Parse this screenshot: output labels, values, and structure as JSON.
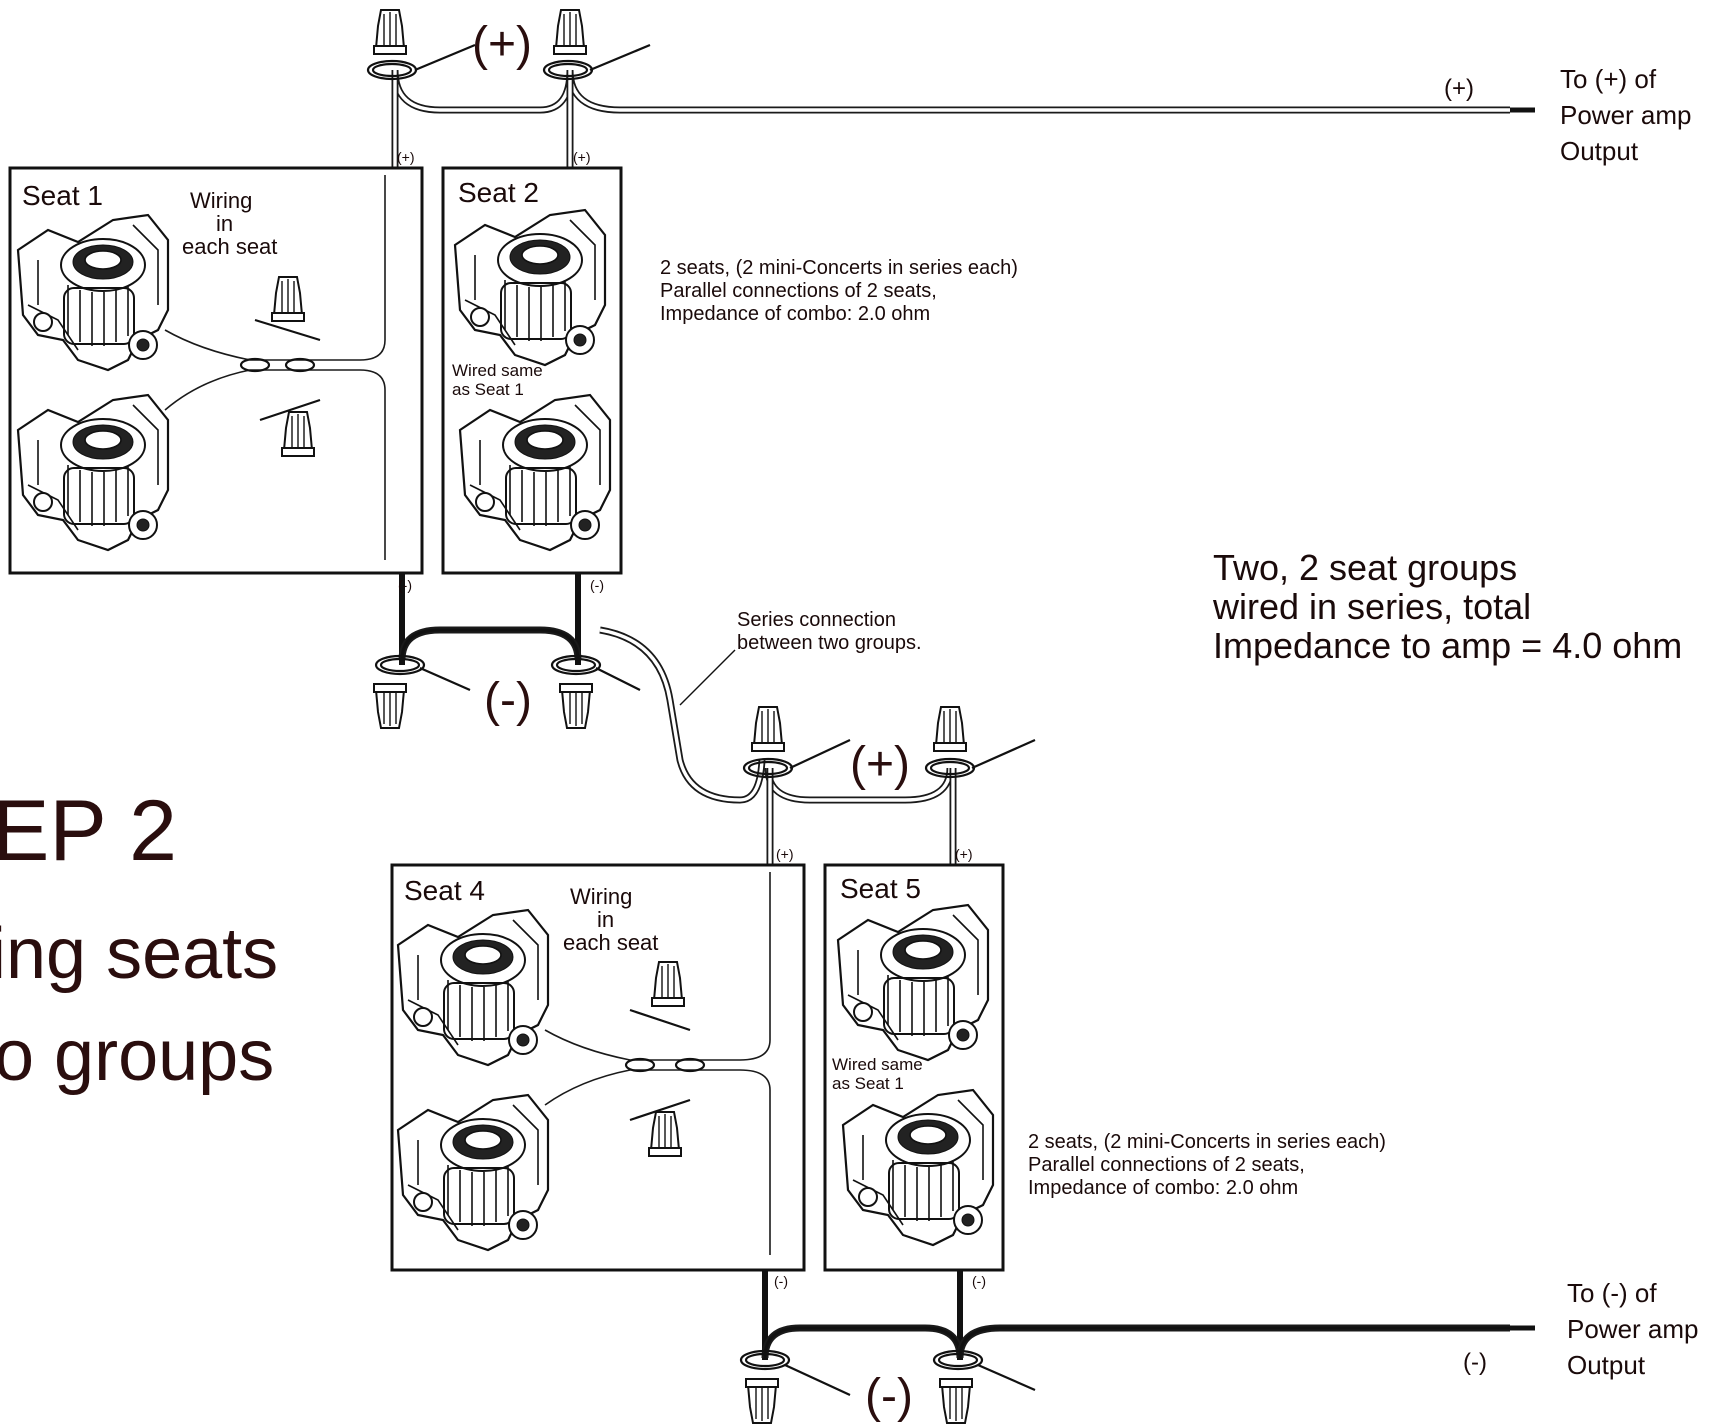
{
  "step_title": {
    "line1": "EP 2",
    "line2": "ing seats",
    "line3": "o groups"
  },
  "top_plus_label": "(+)",
  "mid_minus_label": "(-)",
  "mid_plus_label": "(+)",
  "bottom_minus_label": "(-)",
  "wire_plus_small": "(+)",
  "wire_minus_small": "(-)",
  "amp_plus": {
    "line1": "To (+) of",
    "line2": "Power amp",
    "line3": "Output",
    "wire_tag": "(+)"
  },
  "amp_minus": {
    "line1": "To (-) of",
    "line2": "Power amp",
    "line3": "Output",
    "wire_tag": "(-)"
  },
  "seats": {
    "seat1": {
      "title": "Seat 1",
      "note1": "Wiring",
      "note2": "in",
      "note3": "each seat"
    },
    "seat2": {
      "title": "Seat 2",
      "note1": "Wired same",
      "note2": "as Seat 1"
    },
    "seat4": {
      "title": "Seat 4",
      "note1": "Wiring",
      "note2": "in",
      "note3": "each seat"
    },
    "seat5": {
      "title": "Seat 5",
      "note1": "Wired same",
      "note2": "as Seat 1"
    }
  },
  "group_desc": {
    "line1": "2 seats, (2 mini-Concerts in series each)",
    "line2": "Parallel connections of 2 seats,",
    "line3": "Impedance of combo:  2.0 ohm"
  },
  "series_note": {
    "line1": "Series connection",
    "line2": "between two groups."
  },
  "summary": {
    "line1": "Two, 2 seat groups",
    "line2": "wired in series, total",
    "line3": "Impedance to amp = 4.0 ohm"
  }
}
